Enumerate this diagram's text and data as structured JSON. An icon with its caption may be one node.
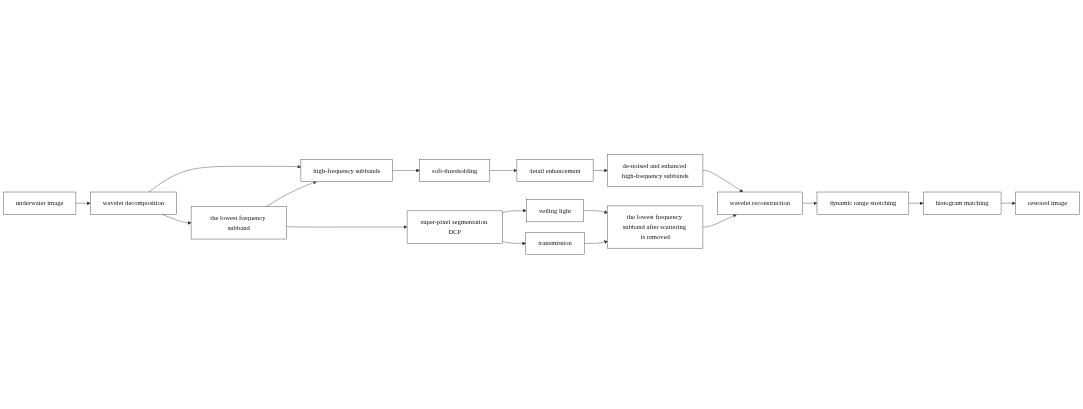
{
  "diagram": {
    "nodes": [
      {
        "text": [
          "underwater image"
        ]
      },
      {
        "text": [
          "wavelet decomposition"
        ]
      },
      {
        "text": [
          "the lowest frequency subband"
        ]
      },
      {
        "text": [
          "high-frequency subbands"
        ]
      },
      {
        "text": [
          "super-pixel segmentation DCP"
        ]
      },
      {
        "text": [
          "veiling light"
        ]
      },
      {
        "text": [
          "transmission"
        ]
      },
      {
        "text": [
          "the lowest frequency subband after scattering is removed"
        ]
      },
      {
        "text": [
          "soft-thresholding"
        ]
      },
      {
        "text": [
          "detail enhancement"
        ]
      },
      {
        "text": [
          "de-noised and enhanced high-frequency subbands"
        ]
      },
      {
        "text": [
          "restored image"
        ]
      },
      {
        "text": [
          "histogram matching"
        ]
      },
      {
        "text": [
          "dynamic range stretching"
        ]
      },
      {
        "text": [
          "wavelet reconstruction"
        ]
      }
    ],
    "edges": [
      {
        "from": 0,
        "to": 1,
        "arrow": "to"
      },
      {
        "from": 1,
        "to": 2,
        "arrow": "to"
      },
      {
        "from": 1,
        "to": 3,
        "arrow": "to"
      },
      {
        "from": 2,
        "to": 3,
        "arrow": "to"
      },
      {
        "from": 2,
        "to": 4,
        "arrow": "to"
      },
      {
        "from": 4,
        "to": 5,
        "arrow": "to"
      },
      {
        "from": 4,
        "to": 6,
        "arrow": "to"
      },
      {
        "from": 5,
        "to": 7,
        "arrow": "to"
      },
      {
        "from": 6,
        "to": 7,
        "arrow": "to"
      },
      {
        "from": 3,
        "to": 8,
        "arrow": "to"
      },
      {
        "from": 8,
        "to": 9,
        "arrow": "to"
      },
      {
        "from": 9,
        "to": 10,
        "arrow": "to"
      },
      {
        "from": 10,
        "to": 14,
        "arrow": "to"
      },
      {
        "from": 7,
        "to": 14,
        "arrow": "to"
      },
      {
        "from": 14,
        "to": 13,
        "arrow": "to"
      },
      {
        "from": 13,
        "to": 12,
        "arrow": "to"
      },
      {
        "from": 12,
        "to": 11,
        "arrow": "to"
      }
    ]
  }
}
